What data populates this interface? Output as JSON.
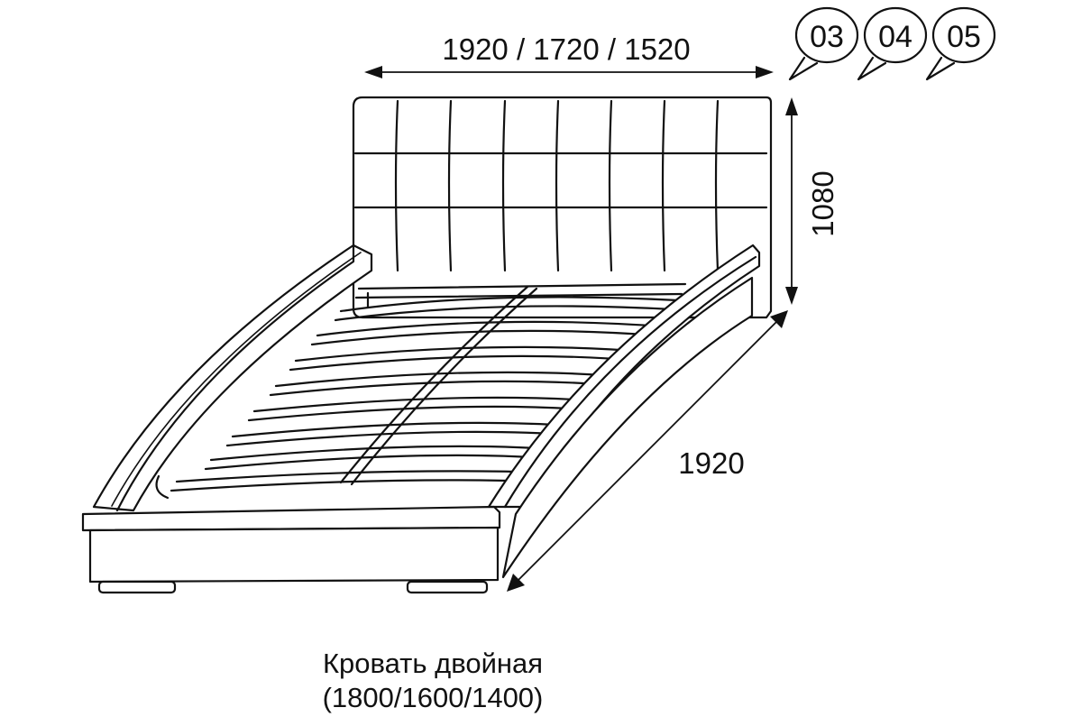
{
  "dimensions": {
    "width_label": "1920 / 1720 / 1520",
    "height_label": "1080",
    "length_label": "1920"
  },
  "badges": [
    {
      "label": "03"
    },
    {
      "label": "04"
    },
    {
      "label": "05"
    }
  ],
  "caption": {
    "line1": "Кровать двойная",
    "line2": "(1800/1600/1400)"
  }
}
